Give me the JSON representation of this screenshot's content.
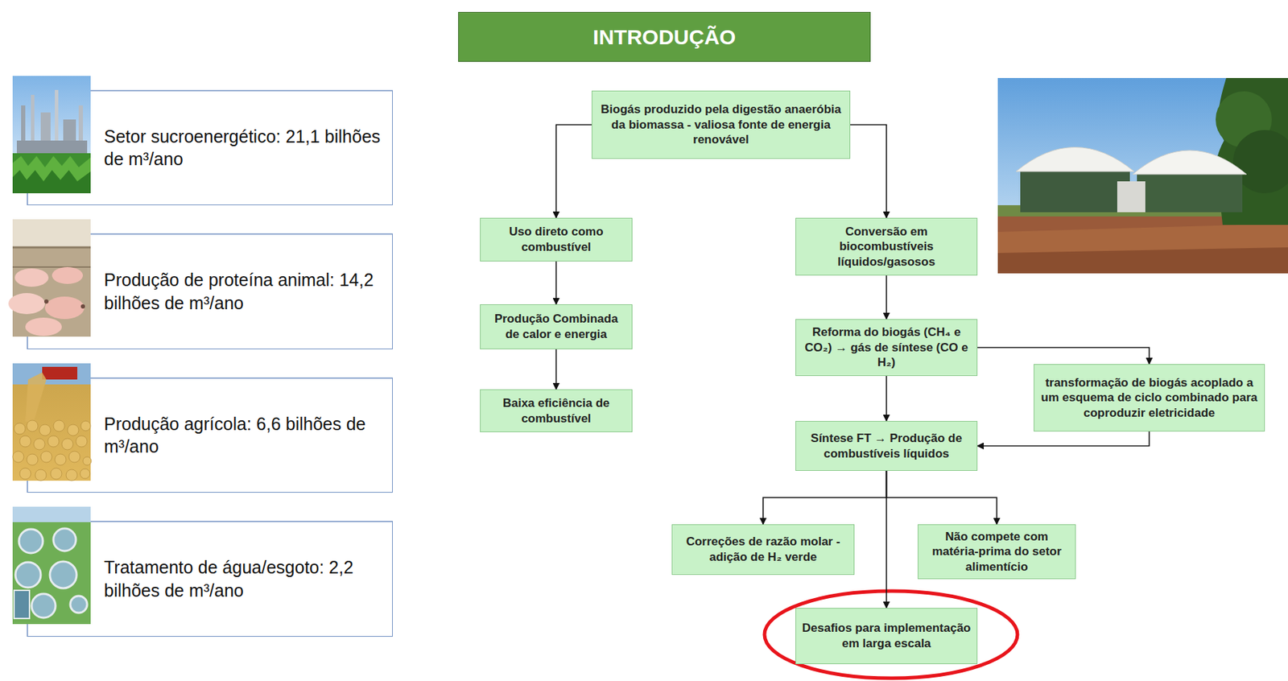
{
  "diagram": {
    "title": "INTRODUÇÃO",
    "nodes": [
      {
        "text": [
          "Setor sucroenergético: 21,1 bilhões de m³/ano"
        ]
      },
      {
        "text": [
          "Produção de proteína animal: 14,2 bilhões de m³/ano"
        ]
      },
      {
        "text": [
          "Produção agrícola: 6,6 bilhões de m³/ano"
        ]
      },
      {
        "text": [
          "Tratamento de água/esgoto: 2,2 bilhões de m³/ano"
        ]
      },
      {
        "text": [
          "Biogás produzido pela digestão anaeróbia da biomassa - valiosa fonte de energia renovável"
        ]
      },
      {
        "text": [
          "Uso direto como combustível"
        ]
      },
      {
        "text": [
          "Conversão em biocombustíveis líquidos/gasosos"
        ]
      },
      {
        "text": [
          "Produção Combinada de calor e energia"
        ]
      },
      {
        "text": [
          "Reforma do biogás (CH₄ e CO₂) → gás de síntese (CO e H₂)"
        ]
      },
      {
        "text": [
          "transformação de biogás acoplado a um esquema de ciclo combinado para coproduzir eletricidade"
        ]
      },
      {
        "text": [
          "Baixa eficiência de combustível"
        ]
      },
      {
        "text": [
          "Síntese FT → Produção de combustíveis líquidos"
        ]
      },
      {
        "text": [
          "Correções de razão molar - adição de H₂ verde"
        ]
      },
      {
        "text": [
          "Não compete com matéria-prima do setor alimentício"
        ]
      },
      {
        "text": [
          "Desafios para implementação em larga escala"
        ]
      }
    ],
    "edges": [
      {
        "from": 4,
        "to": 5,
        "arrow": "to"
      },
      {
        "from": 4,
        "to": 6,
        "arrow": "to"
      },
      {
        "from": 5,
        "to": 7,
        "arrow": "to"
      },
      {
        "from": 7,
        "to": 10,
        "arrow": "to"
      },
      {
        "from": 6,
        "to": 8,
        "arrow": "to"
      },
      {
        "from": 8,
        "to": 11,
        "arrow": "to"
      },
      {
        "from": 8,
        "to": 9,
        "arrow": "to"
      },
      {
        "from": 9,
        "to": 11,
        "arrow": "to"
      },
      {
        "from": 11,
        "to": 12,
        "arrow": "to"
      },
      {
        "from": 11,
        "to": 13,
        "arrow": "to"
      },
      {
        "from": 11,
        "to": 14,
        "arrow": "to"
      }
    ]
  }
}
